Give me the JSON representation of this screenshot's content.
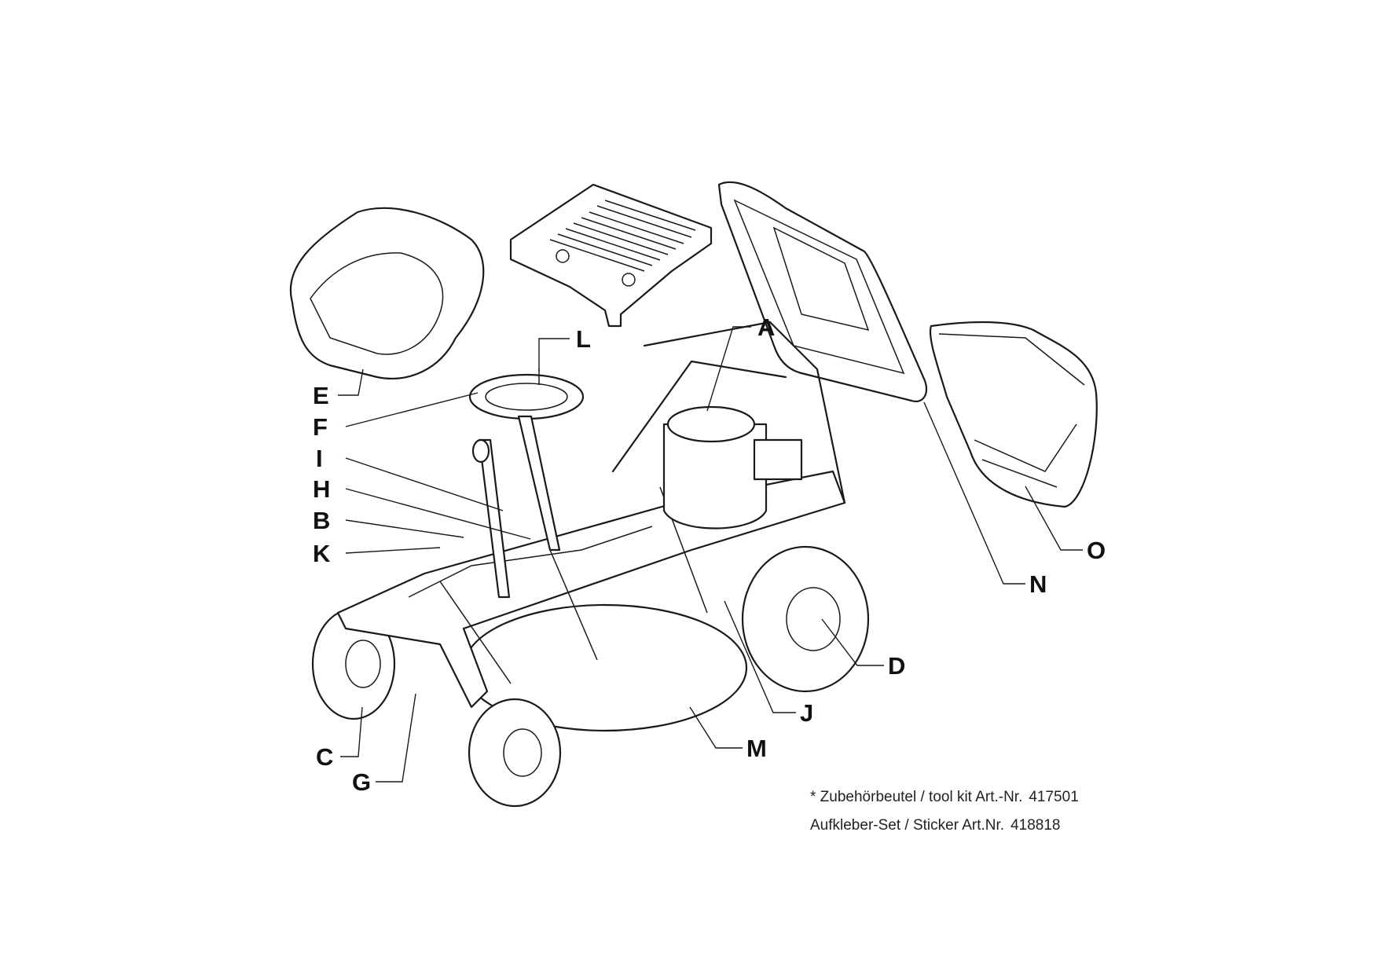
{
  "labels": {
    "A": "A",
    "B": "B",
    "C": "C",
    "D": "D",
    "E": "E",
    "F": "F",
    "G": "G",
    "H": "H",
    "I": "I",
    "J": "J",
    "K": "K",
    "L": "L",
    "M": "M",
    "N": "N",
    "O": "O"
  },
  "notes": {
    "tool_kit_text": "* Zubehörbeutel / tool kit Art.-Nr.",
    "tool_kit_number": "417501",
    "sticker_text": "Aufkleber-Set / Sticker Art.Nr.",
    "sticker_number": "418818"
  }
}
